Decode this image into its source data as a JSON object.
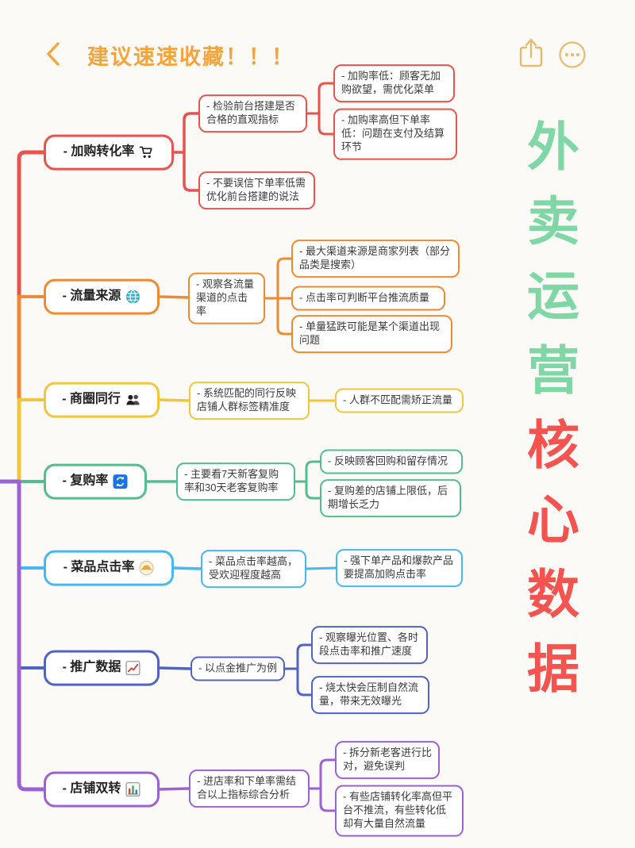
{
  "header": {
    "back_icon": "chevron-left",
    "title": "建议速速收藏！！！",
    "share_icon": "share-box-arrow",
    "more_icon": "ellipsis-circle",
    "accent_color": "#F5A43C",
    "icon_color": "#E8BA6E"
  },
  "side_title": {
    "green_text": "外卖运营",
    "red_text": "核心数据",
    "green_color": "#7FD7A5",
    "red_color": "#F4534F"
  },
  "mindmap": {
    "background_color": "#FBFAF7",
    "branches": [
      {
        "label": "- 加购转化率",
        "icon": "cart-icon",
        "color": "#E8534E",
        "children": [
          {
            "text": "- 检验前台搭建是否合格的直观指标",
            "children": [
              {
                "text": "- 加购率低：顾客无加购欲望，需优化菜单"
              },
              {
                "text": "- 加购率高但下单率低：问题在支付及结算环节"
              }
            ]
          },
          {
            "text": "- 不要误信下单率低需优化前台搭建的说法",
            "children": []
          }
        ]
      },
      {
        "label": "- 流量来源",
        "icon": "globe-icon",
        "color": "#EF8A30",
        "children": [
          {
            "text": "- 观察各流量渠道的点击率",
            "children": [
              {
                "text": "- 最大渠道来源是商家列表（部分品类是搜索）"
              },
              {
                "text": "- 点击率可判断平台推流质量"
              },
              {
                "text": "- 单量猛跌可能是某个渠道出现问题"
              }
            ]
          }
        ]
      },
      {
        "label": "- 商圈同行",
        "icon": "people-icon",
        "color": "#F2C53D",
        "children": [
          {
            "text": "- 系统匹配的同行反映店铺人群标签精准度",
            "children": [
              {
                "text": "- 人群不匹配需矫正流量"
              }
            ]
          }
        ]
      },
      {
        "label": "- 复购率",
        "icon": "repeat-icon",
        "color": "#52BE8D",
        "children": [
          {
            "text": "- 主要看7天新客复购率和30天老客复购率",
            "children": [
              {
                "text": "- 反映顾客回购和留存情况"
              },
              {
                "text": "- 复购差的店铺上限低，后期增长乏力"
              }
            ]
          }
        ]
      },
      {
        "label": "- 菜品点击率",
        "icon": "dish-icon",
        "color": "#47B7F0",
        "children": [
          {
            "text": "- 菜品点击率越高，受欢迎程度越高",
            "children": [
              {
                "text": "- 强下单产品和爆款产品要提高加购点击率"
              }
            ]
          }
        ]
      },
      {
        "label": "- 推广数据",
        "icon": "chart-up-icon",
        "color": "#5263C6",
        "children": [
          {
            "text": "- 以点金推广为例",
            "children": [
              {
                "text": "- 观察曝光位置、各时段点击率和推广速度"
              },
              {
                "text": "- 烧太快会压制自然流量，带来无效曝光"
              }
            ]
          }
        ]
      },
      {
        "label": "- 店铺双转",
        "icon": "bar-chart-icon",
        "color": "#9C62D4",
        "children": [
          {
            "text": "- 进店率和下单率需结合以上指标综合分析",
            "children": [
              {
                "text": "- 拆分新老客进行比对，避免误判"
              },
              {
                "text": "- 有些店铺转化率高但平台不推流，有些转化低却有大量自然流量"
              }
            ]
          }
        ]
      }
    ]
  }
}
